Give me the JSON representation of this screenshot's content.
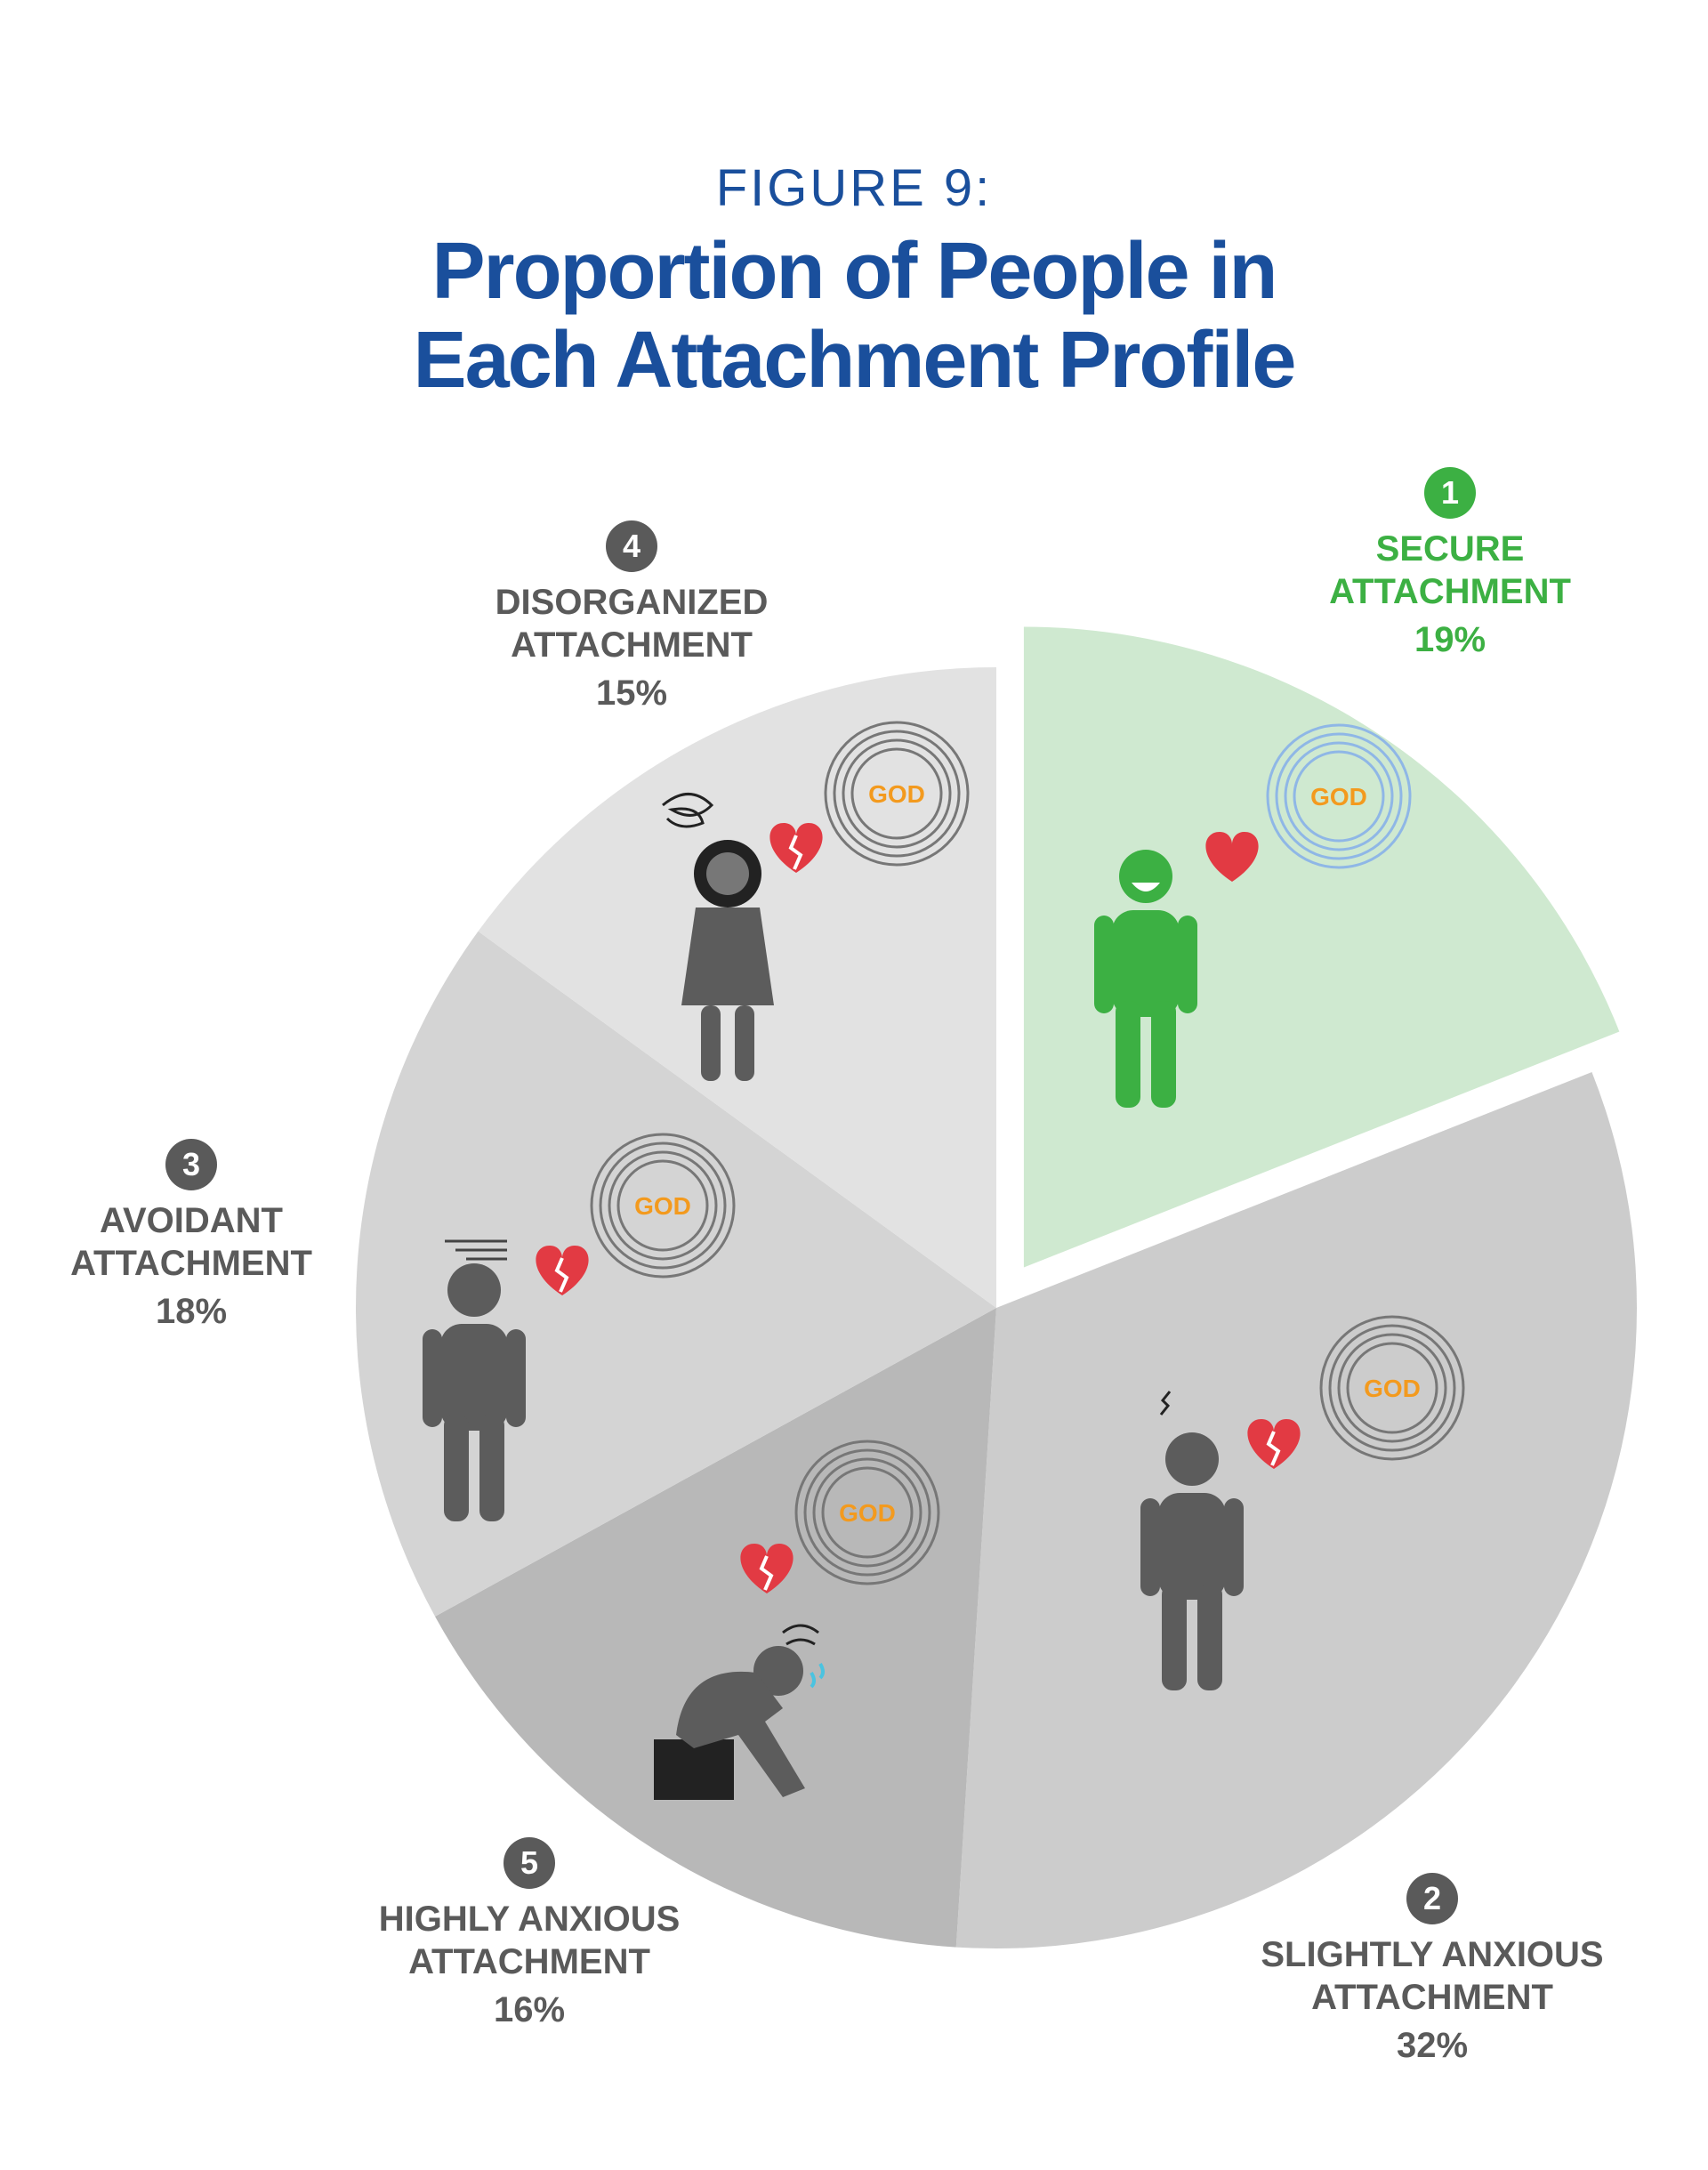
{
  "figure_label": "FIGURE 9:",
  "title_line1": "Proportion of People in",
  "title_line2": "Each Attachment Profile",
  "colors": {
    "title": "#1a4f9c",
    "secure": "#cfe9d0",
    "secure_text": "#3cb043",
    "label_text": "#5a5a5a",
    "god_text": "#f39a1e",
    "heart": "#e23a43"
  },
  "icon_text": "GOD",
  "chart_data": {
    "type": "pie",
    "title": "Proportion of People in Each Attachment Profile",
    "start": "12 o'clock, clockwise",
    "exploded": [
      "Secure Attachment"
    ],
    "slices": [
      {
        "number": "1",
        "name": "SECURE",
        "name2": "ATTACHMENT",
        "percent": "19%",
        "value": 19,
        "color": "#cfe9d0",
        "icon": "smiling-person-icon"
      },
      {
        "number": "2",
        "name": "SLIGHTLY ANXIOUS",
        "name2": "ATTACHMENT",
        "percent": "32%",
        "value": 32,
        "color": "#cccccc",
        "icon": "worried-person-icon"
      },
      {
        "number": "5",
        "name": "HIGHLY ANXIOUS",
        "name2": "ATTACHMENT",
        "percent": "16%",
        "value": 16,
        "color": "#b8b8b8",
        "icon": "crying-person-icon"
      },
      {
        "number": "3",
        "name": "AVOIDANT",
        "name2": "ATTACHMENT",
        "percent": "18%",
        "value": 18,
        "color": "#d4d4d4",
        "icon": "turning-away-person-icon"
      },
      {
        "number": "4",
        "name": "DISORGANIZED",
        "name2": "ATTACHMENT",
        "percent": "15%",
        "value": 15,
        "color": "#e2e2e2",
        "icon": "confused-person-icon"
      }
    ]
  }
}
